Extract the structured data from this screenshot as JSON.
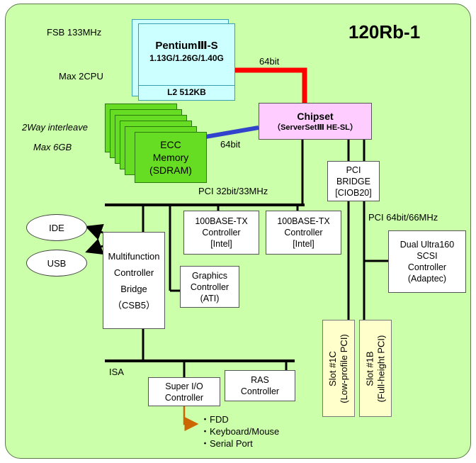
{
  "title": "120Rb-1",
  "cpu": {
    "fsb_label": "FSB 133MHz",
    "max_cpu_label": "Max 2CPU",
    "name": "PentiumⅢ-S",
    "speeds": "1.13G/1.26G/1.40G",
    "cache": "L2 512KB"
  },
  "memory": {
    "interleave_label": "2Way interleave",
    "max_label": "Max 6GB",
    "line1": "ECC",
    "line2": "Memory",
    "line3": "(SDRAM)",
    "bus_label": "64bit"
  },
  "chipset": {
    "name": "Chipset",
    "model": "（ServerSetⅢ  HE-SL）",
    "cpu_bus_label": "64bit"
  },
  "pci_bridge": {
    "line1": "PCI",
    "line2": "BRIDGE",
    "line3": "[CIOB20]"
  },
  "buses": {
    "pci32": "PCI 32bit/33MHz",
    "pci64": "PCI 64bit/66MHz",
    "isa": "ISA"
  },
  "nic1": {
    "line1": "100BASE-TX",
    "line2": "Controller",
    "line3": "[Intel]"
  },
  "nic2": {
    "line1": "100BASE-TX",
    "line2": "Controller",
    "line3": "[Intel]"
  },
  "scsi": {
    "line1": "Dual Ultra160",
    "line2": "SCSI",
    "line3": "Controller",
    "line4": "(Adaptec)"
  },
  "multifunction": {
    "line1": "Multifunction",
    "line2": "Controller",
    "line3": "Bridge",
    "line4": "（CSB5）"
  },
  "graphics": {
    "line1": "Graphics",
    "line2": "Controller",
    "line3": "(ATI)"
  },
  "ide": "IDE",
  "usb": "USB",
  "superio": {
    "line1": "Super I/O",
    "line2": "Controller"
  },
  "ras": {
    "line1": "RAS",
    "line2": "Controller"
  },
  "slot1c": {
    "line1": "Slot #1C",
    "line2": "(Low-profile PCI)"
  },
  "slot1b": {
    "line1": "Slot #1B",
    "line2": "(Full-height PCI)"
  },
  "peripherals": [
    "・FDD",
    "・Keyboard/Mouse",
    "・Serial Port"
  ],
  "colors": {
    "background": "#ccffaa",
    "cpu_card": "#ccffff",
    "memory_card": "#66dd22",
    "chipset": "#ffccff",
    "slot": "#ffffcc",
    "cpu_bus": "#ff0000",
    "memory_bus": "#3344cc",
    "superio_arrow": "#cc6600"
  }
}
